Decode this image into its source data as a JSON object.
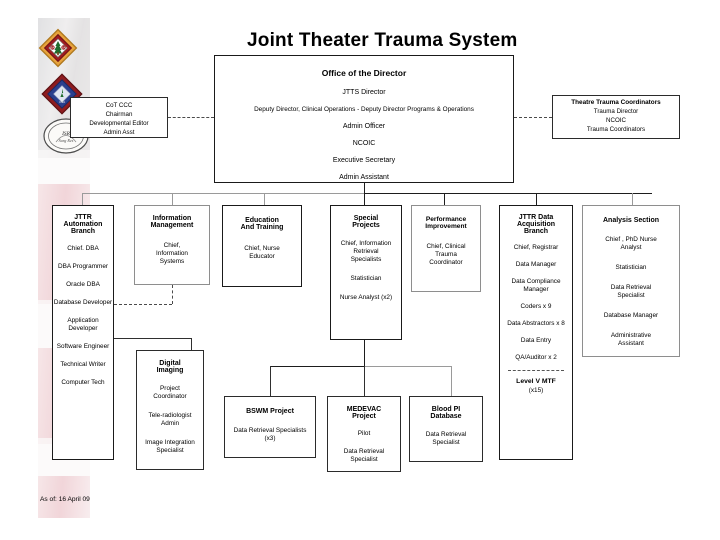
{
  "chart_title": "Joint Theater Trauma System",
  "footer": {
    "as_of": "As of: 16 April 09"
  },
  "emblems": [
    {
      "name": "army-medical-diamond-emblem"
    },
    {
      "name": "combat-medic-diamond-emblem"
    },
    {
      "name": "institute-of-surgical-research-seal"
    }
  ],
  "side_left": {
    "name": "cot-ccc-box",
    "lines": [
      "CoT CCC",
      "Chairman",
      "Developmental Editor",
      "Admin Asst"
    ]
  },
  "side_right": {
    "name": "theatre-trauma-coordinators-box",
    "header": "Theatre Trauma Coordinators",
    "lines": [
      "Trauma Director",
      "NCOIC",
      "Trauma Coordinators"
    ]
  },
  "director": {
    "header": "Office of the Director",
    "lines": [
      "JTTS Director",
      "Deputy Director, Clinical Operations  - Deputy Director Programs & Operations",
      "Admin Officer",
      "NCOIC",
      "Executive Secretary",
      "Admin Assistant"
    ]
  },
  "branches": [
    {
      "id": "jttr-automation-branch",
      "header": [
        "JTTR",
        "Automation",
        "Branch"
      ],
      "roles": [
        "Chief. DBA",
        "DBA Programmer",
        "Oracle DBA",
        "Database Developer",
        "Application Developer",
        "Software Engineer",
        "Technical Writer",
        "Computer Tech"
      ]
    },
    {
      "id": "information-management",
      "header": [
        "Information",
        "Management"
      ],
      "roles": [
        "Chief, Information Systems"
      ]
    },
    {
      "id": "education-and-training",
      "header": [
        "Education",
        "And Training"
      ],
      "roles": [
        "Chief, Nurse Educator"
      ]
    },
    {
      "id": "special-projects",
      "header": [
        "Special",
        "Projects"
      ],
      "roles": [
        "Chief, Information Retrieval Specialists",
        "Statistician",
        "Nurse Analyst (x2)"
      ]
    },
    {
      "id": "performance-improvement",
      "header": [
        "Performance",
        "Improvement"
      ],
      "roles": [
        "Chief, Clinical Trauma Coordinator"
      ]
    },
    {
      "id": "jttr-data-acquisition-branch",
      "header": [
        "JTTR Data",
        "Acquisition",
        "Branch"
      ],
      "roles": [
        "Chief, Registrar",
        "Data Manager",
        "Data Compliance Manager",
        "Coders x 9",
        "Data Abstractors x 8",
        "Data Entry",
        "QA/Auditor x 2"
      ],
      "footer_header": "Level V MTF",
      "footer_sub": "(x15)"
    },
    {
      "id": "analysis-section",
      "header": [
        "Analysis Section"
      ],
      "roles": [
        "Chief , PhD Nurse Analyst",
        "Statistician",
        "Data Retrieval Specialist",
        "Database Manager",
        "Administrative Assistant"
      ]
    }
  ],
  "sub_boxes": [
    {
      "id": "digital-imaging",
      "header": [
        "Digital",
        "Imaging"
      ],
      "roles": [
        "Project Coordinator",
        "Tele-radiologist Admin",
        "Image Integration Specialist"
      ]
    },
    {
      "id": "bswm-project",
      "header": [
        "BSWM Project"
      ],
      "roles": [
        "Data Retrieval Specialists (x3)"
      ]
    },
    {
      "id": "medevac-project",
      "header": [
        "MEDEVAC",
        "Project"
      ],
      "roles": [
        "Pilot",
        "Data Retrieval Specialist"
      ]
    },
    {
      "id": "blood-pi-database",
      "header": [
        "Blood  PI",
        "Database"
      ],
      "roles": [
        "Data Retrieval Specialist"
      ]
    }
  ]
}
